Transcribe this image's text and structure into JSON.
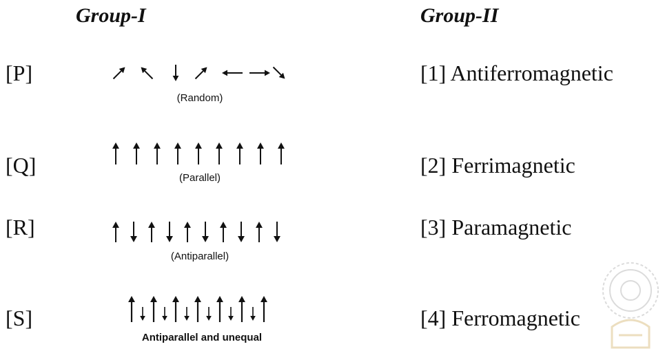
{
  "headings": {
    "group1": "Group-I",
    "group2": "Group-II"
  },
  "rows": [
    {
      "label": "[P]",
      "caption": "(Random)"
    },
    {
      "label": "[Q]",
      "caption": "(Parallel)"
    },
    {
      "label": "[R]",
      "caption": "(Antiparallel)"
    },
    {
      "label": "[S]",
      "caption": "Antiparallel and unequal"
    }
  ],
  "options": [
    "[1] Antiferromagnetic",
    "[2] Ferrimagnetic",
    "[3] Paramagnetic",
    "[4] Ferromagnetic"
  ],
  "arrow_sets": {
    "random_angles_deg": [
      -45,
      -135,
      90,
      -45,
      180,
      0,
      45
    ],
    "parallel_count": 9,
    "antiparallel_pattern": [
      "up",
      "down",
      "up",
      "down",
      "up",
      "down",
      "up",
      "down",
      "up",
      "down"
    ],
    "unequal_pattern": [
      "up-long",
      "down-short",
      "up-long",
      "down-short",
      "up-long",
      "down-short",
      "up-long",
      "down-short",
      "up-long",
      "down-short",
      "up-long",
      "down-short",
      "up-long"
    ]
  },
  "colors": {
    "text": "#111111",
    "arrow": "#111111",
    "watermark": "#c9a34a"
  }
}
